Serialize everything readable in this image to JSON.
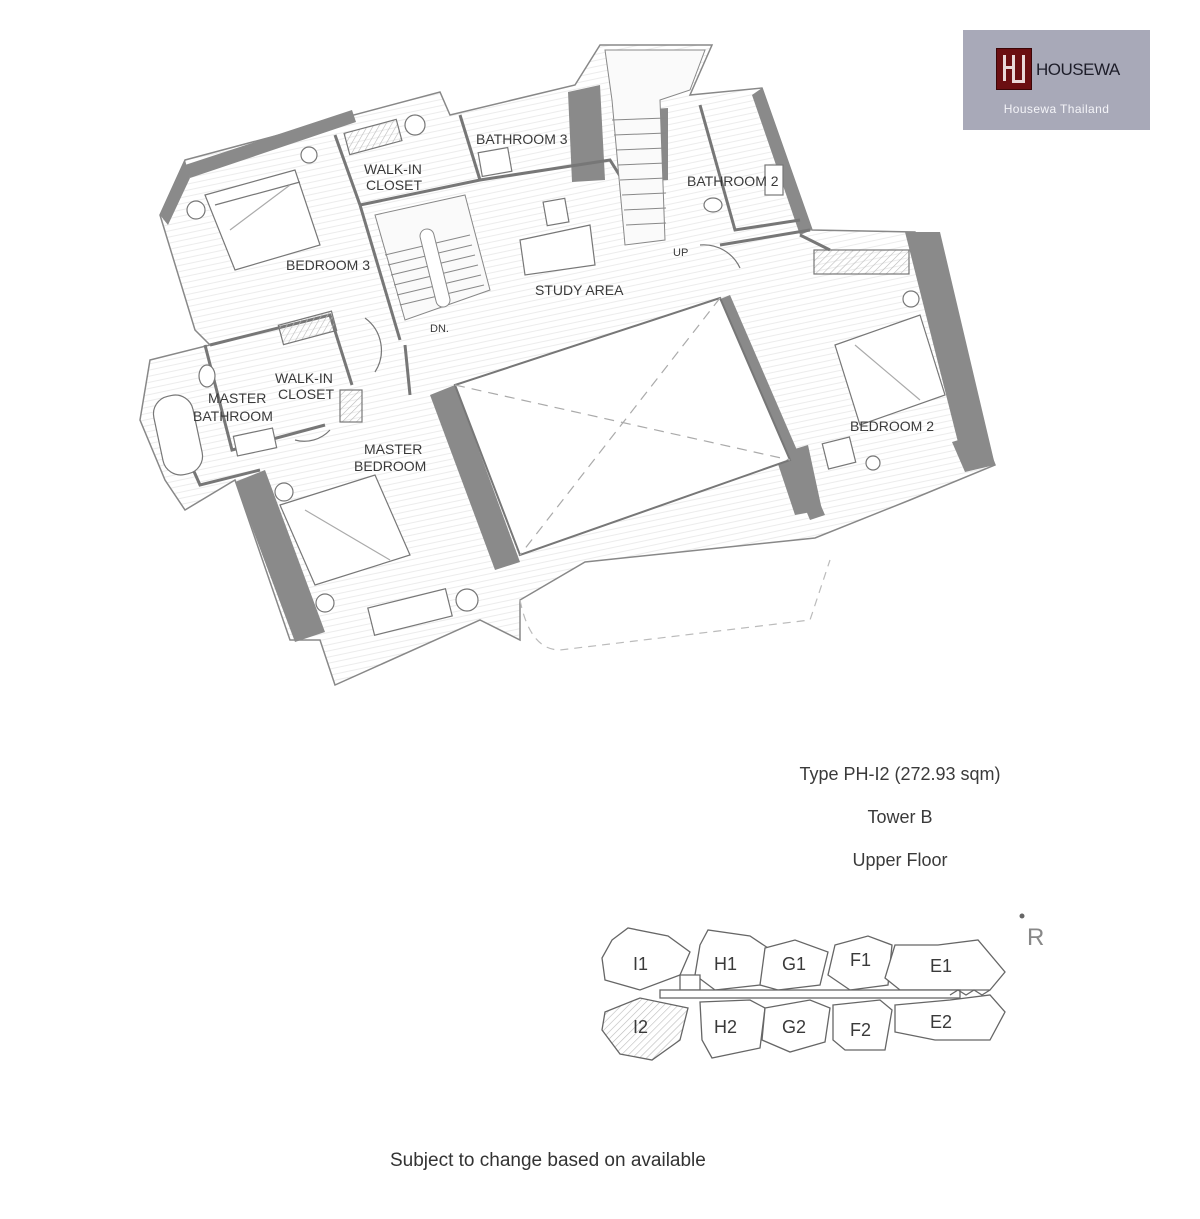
{
  "logo": {
    "brand": "HOUSEWA",
    "subtitle": "Housewa Thailand",
    "bg_color": "#a8a9b8",
    "mark_color": "#6b0f12"
  },
  "rooms": {
    "bathroom3": "BATHROOM 3",
    "walkin_closet_1a": "WALK-IN",
    "walkin_closet_1b": "CLOSET",
    "bathroom2": "BATHROOM 2",
    "bedroom3": "BEDROOM 3",
    "study": "STUDY AREA",
    "up": "UP",
    "dn": "DN.",
    "walkin_closet_2a": "WALK-IN",
    "walkin_closet_2b": "CLOSET",
    "master_bath_a": "MASTER",
    "master_bath_b": "BATHROOM",
    "master_bed_a": "MASTER",
    "master_bed_b": "BEDROOM",
    "bedroom2": "BEDROOM 2"
  },
  "info": {
    "type": "Type PH-I2 (272.93 sqm)",
    "tower": "Tower B",
    "floor": "Upper Floor"
  },
  "key_plan": {
    "units": [
      "I1",
      "H1",
      "G1",
      "F1",
      "E1",
      "I2",
      "H2",
      "G2",
      "F2",
      "E2"
    ],
    "highlighted": "I2",
    "north_symbol": "R"
  },
  "disclaimer": "Subject to change based on available"
}
